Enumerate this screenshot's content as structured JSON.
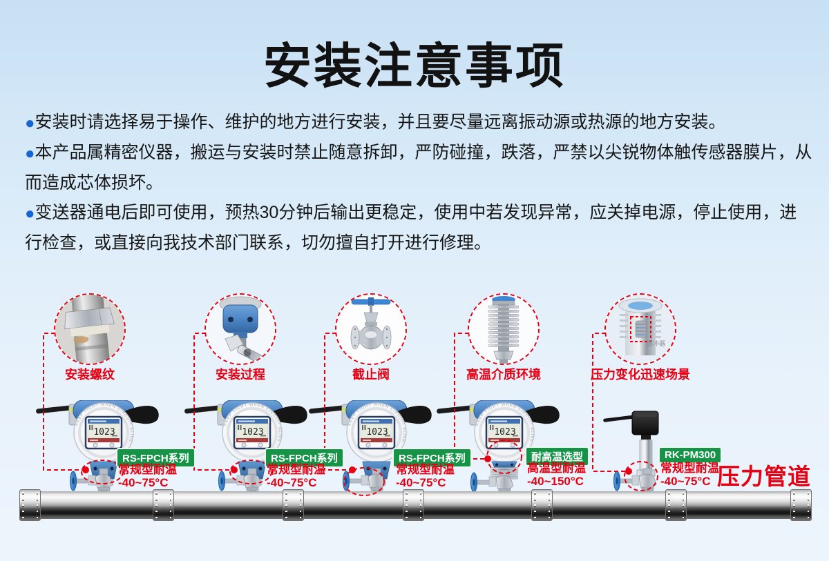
{
  "title": "安装注意事项",
  "notes": [
    "安装时请选择易于操作、维护的地方进行安装，并且要尽量远离振动源或热源的地方安装。",
    "本产品属精密仪器，搬运与安装时禁止随意拆卸，严防碰撞，跌落，严禁以尖锐物体触传感器膜片，从而造成芯体损坏。",
    "变送器通电后即可使用，预热30分钟后输出更稳定，使用中若发现异常，应关掉电源，停止使用，进行检查，或直接向我技术部门联系，切勿擅自打开进行修理。"
  ],
  "bullet_glyph": "●",
  "callouts": [
    {
      "label": "安装螺纹"
    },
    {
      "label": "安装过程"
    },
    {
      "label": "截止阀"
    },
    {
      "label": "高温介质环境"
    },
    {
      "label": "压力变化迅速场景",
      "inner_note": "缓冲器"
    }
  ],
  "products": [
    {
      "badge": "RS-FPCH系列",
      "temp_type": "常规型耐温",
      "temp_range": "-40~75°C"
    },
    {
      "badge": "RS-FPCH系列",
      "temp_type": "常规型耐温",
      "temp_range": "-40~75°C"
    },
    {
      "badge": "RS-FPCH系列",
      "temp_type": "常规型耐温",
      "temp_range": "-40~75°C"
    },
    {
      "badge": "耐高温选型",
      "temp_type": "高温型耐温",
      "temp_range": "-40~150°C"
    },
    {
      "badge": "RK-PM300",
      "temp_type": "常规型耐温",
      "temp_range": "-40~75°C"
    }
  ],
  "pipe_label": "压力管道",
  "lcd": {
    "value": "1023"
  },
  "head_ring_text": "KEEP TIGHT WHEN CIRCUIT ALIVE",
  "colors": {
    "accent_red": "#e60012",
    "bullet_blue": "#1565d4",
    "badge_green": "#159346",
    "device_blue": "#4a84c4",
    "background_blue": "#cfe5f8"
  }
}
